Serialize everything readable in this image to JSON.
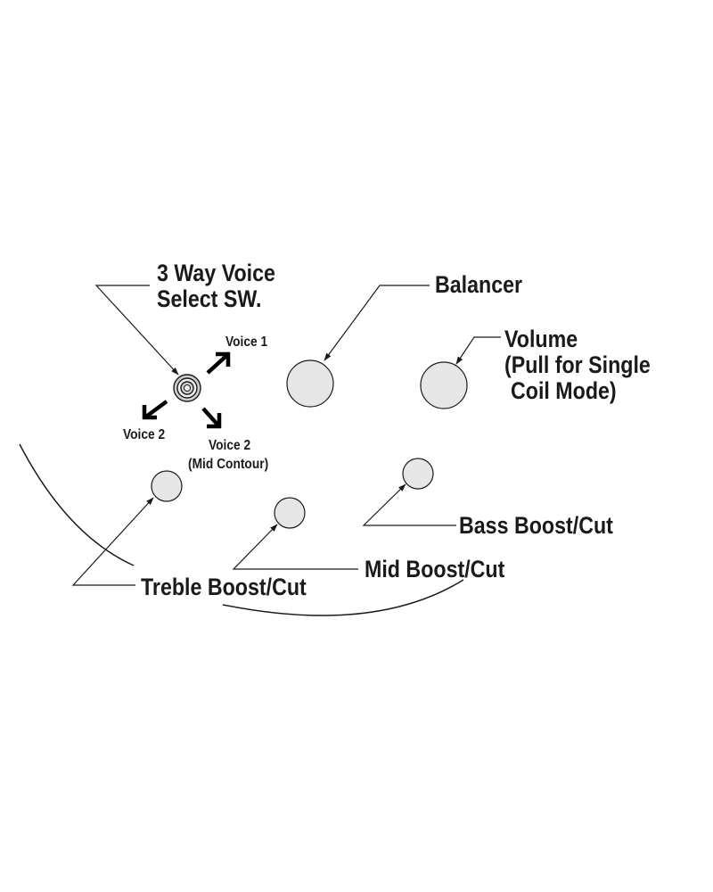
{
  "labels": {
    "voice_switch_line1": "3 Way Voice",
    "voice_switch_line2": "Select SW.",
    "balancer": "Balancer",
    "volume_line1": "Volume",
    "volume_line2": "(Pull for Single",
    "volume_line3": "Coil Mode)",
    "voice1": "Voice 1",
    "voice2_left": "Voice 2",
    "voice2_right_line1": "Voice 2",
    "voice2_right_line2": "(Mid Contour)",
    "treble": "Treble Boost/Cut",
    "mid": "Mid Boost/Cut",
    "bass": "Bass Boost/Cut"
  },
  "colors": {
    "knob_fill": "#e6e6e6",
    "line": "#1a1a1a",
    "background": "#ffffff"
  }
}
